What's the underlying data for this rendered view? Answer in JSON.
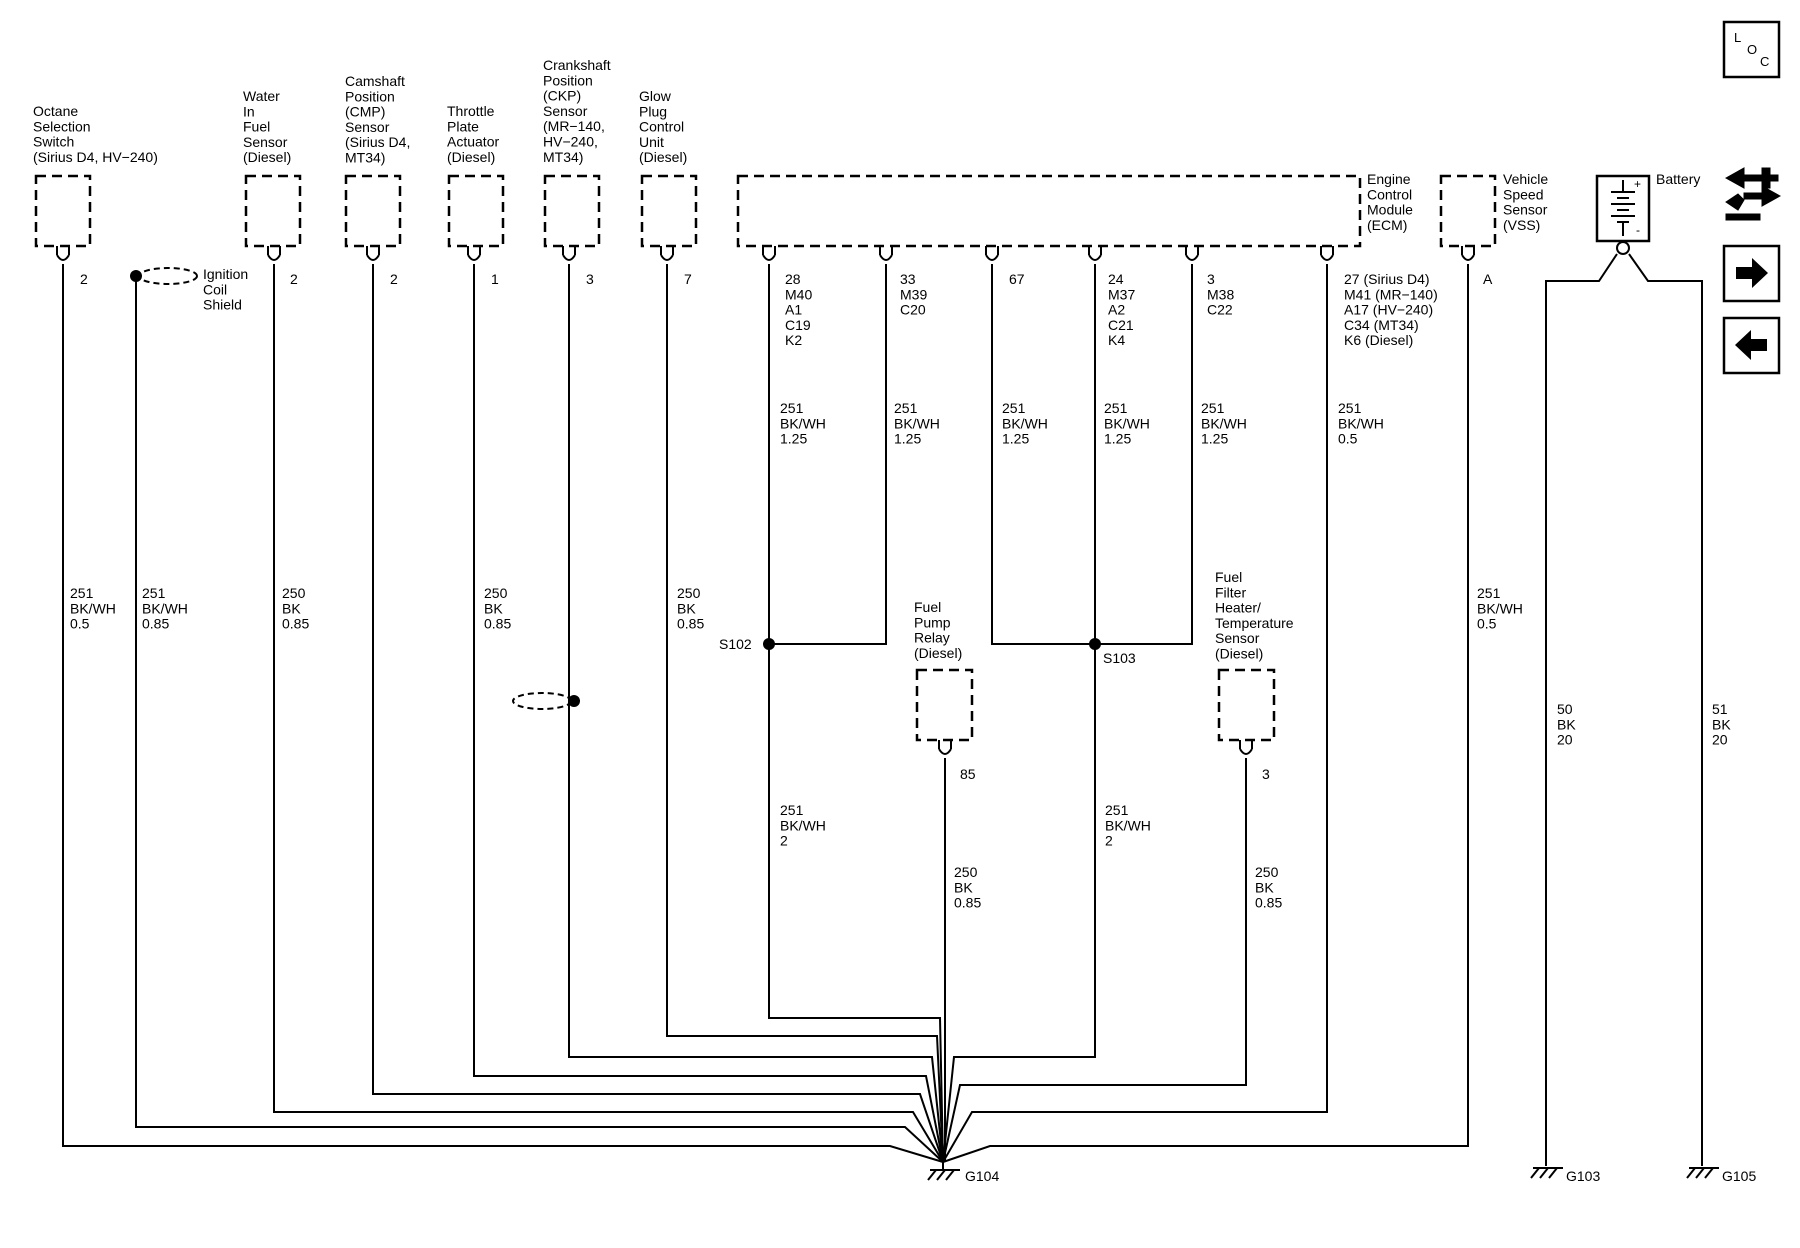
{
  "components": {
    "octane": [
      "Octane",
      "Selection",
      "Switch",
      "(Sirius D4, HV−240)"
    ],
    "water": [
      "Water",
      "In",
      "Fuel",
      "Sensor",
      "(Diesel)"
    ],
    "cmp": [
      "Camshaft",
      "Position",
      "(CMP)",
      "Sensor",
      "(Sirius D4,",
      "MT34)"
    ],
    "throttle": [
      "Throttle",
      "Plate",
      "Actuator",
      "(Diesel)"
    ],
    "ckp": [
      "Crankshaft",
      "Position",
      "(CKP)",
      "Sensor",
      "(MR−140,",
      "HV−240,",
      "MT34)"
    ],
    "glow": [
      "Glow",
      "Plug",
      "Control",
      "Unit",
      "(Diesel)"
    ],
    "ecm": [
      "Engine",
      "Control",
      "Module",
      "(ECM)"
    ],
    "vss": [
      "Vehicle",
      "Speed",
      "Sensor",
      "(VSS)"
    ],
    "battery": [
      "Battery"
    ],
    "fuel_pump_relay": [
      "Fuel",
      "Pump",
      "Relay",
      "(Diesel)"
    ],
    "fuel_filter": [
      "Fuel",
      "Filter",
      "Heater/",
      "Temperature",
      "Sensor",
      "(Diesel)"
    ],
    "ignition_shield": [
      "Ignition",
      "Coil",
      "Shield"
    ]
  },
  "pins": {
    "octane": [
      "2"
    ],
    "water": [
      "2"
    ],
    "cmp": [
      "2"
    ],
    "throttle": [
      "1"
    ],
    "ckp": [
      "3"
    ],
    "glow": [
      "7"
    ],
    "ecm1": [
      "28",
      "M40",
      "A1",
      "C19",
      "K2"
    ],
    "ecm2": [
      "33",
      "M39",
      "C20"
    ],
    "ecm3": [
      "67"
    ],
    "ecm4": [
      "24",
      "M37",
      "A2",
      "C21",
      "K4"
    ],
    "ecm5": [
      "3",
      "M38",
      "C22"
    ],
    "ecm6": [
      "27 (Sirius D4)",
      "M41 (MR−140)",
      "A17 (HV−240)",
      "C34 (MT34)",
      "K6 (Diesel)"
    ],
    "vss": [
      "A"
    ],
    "relay": [
      "85"
    ],
    "filter": [
      "3"
    ]
  },
  "wires": {
    "octane": [
      "251",
      "BK/WH",
      "0.5"
    ],
    "shield": [
      "251",
      "BK/WH",
      "0.85"
    ],
    "water": [
      "250",
      "BK",
      "0.85"
    ],
    "throttle": [
      "250",
      "BK",
      "0.85"
    ],
    "glow": [
      "250",
      "BK",
      "0.85"
    ],
    "ecm1": [
      "251",
      "BK/WH",
      "1.25"
    ],
    "ecm2": [
      "251",
      "BK/WH",
      "1.25"
    ],
    "ecm3": [
      "251",
      "BK/WH",
      "1.25"
    ],
    "ecm4": [
      "251",
      "BK/WH",
      "1.25"
    ],
    "ecm5": [
      "251",
      "BK/WH",
      "1.25"
    ],
    "ecm6": [
      "251",
      "BK/WH",
      "0.5"
    ],
    "vss": [
      "251",
      "BK/WH",
      "0.5"
    ],
    "s102": [
      "251",
      "BK/WH",
      "2"
    ],
    "s103": [
      "251",
      "BK/WH",
      "2"
    ],
    "relay": [
      "250",
      "BK",
      "0.85"
    ],
    "filter": [
      "250",
      "BK",
      "0.85"
    ],
    "batt_neg": [
      "50",
      "BK",
      "20"
    ],
    "batt_pos": [
      "51",
      "BK",
      "20"
    ]
  },
  "splices": {
    "s102": "S102",
    "s103": "S103"
  },
  "grounds": {
    "g104": "G104",
    "g103": "G103",
    "g105": "G105"
  },
  "loc_button": {
    "l": "L",
    "o": "O",
    "c": "C"
  },
  "icons": {
    "loc": "location-icon",
    "wrench": "connector-swap-icon",
    "next": "arrow-right-icon",
    "prev": "arrow-left-icon"
  },
  "colors": {
    "line": "#000000",
    "background": "#ffffff"
  }
}
